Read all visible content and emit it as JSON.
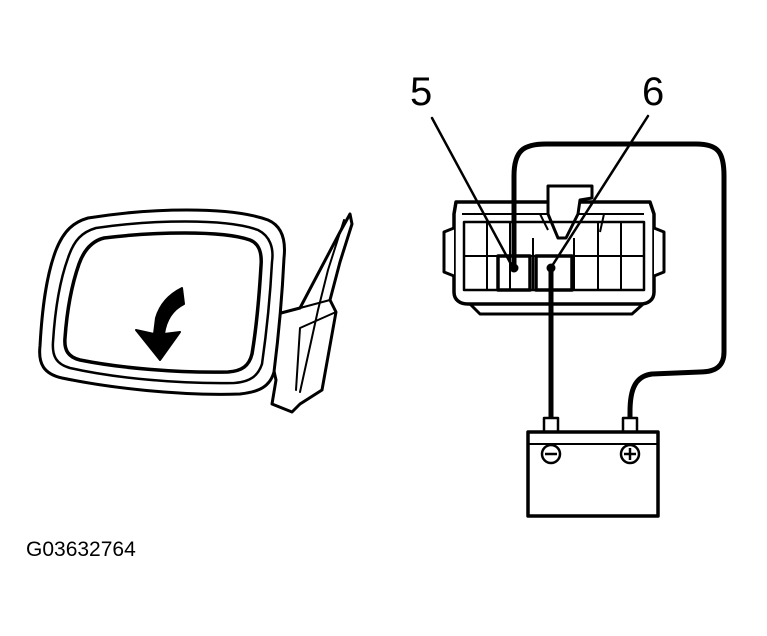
{
  "labels": {
    "terminal_5": "5",
    "terminal_6": "6"
  },
  "battery": {
    "negative_symbol": "⊖",
    "positive_symbol": "⊕"
  },
  "caption": "G03632764",
  "icons": [
    "mirror-icon",
    "tilt-down-arrow-icon",
    "connector-icon",
    "battery-icon"
  ],
  "colors": {
    "line": "#000000",
    "background": "#ffffff"
  }
}
